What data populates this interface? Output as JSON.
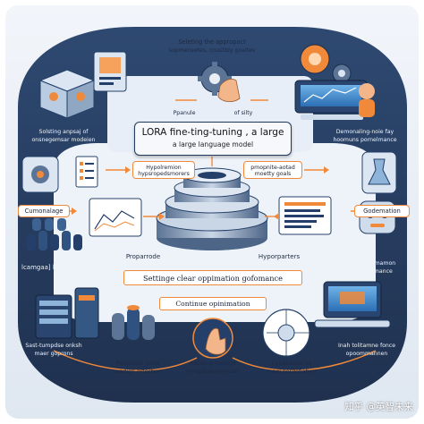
{
  "diagram": {
    "title_line1": "LORA fine-ting-tuning , a large",
    "title_line2": "a large language model",
    "top_caption": "Seleting the appropact",
    "top_caption_sub": "sopmensetes, crusitbly goaltes",
    "top_small_left": "Ppanule",
    "top_small_right": "of   silty",
    "left_header_line1": "Solsting anpsaj of",
    "left_header_line2": "onsnegemsar modeien",
    "right_header_line1": "Demonaling-noie fay",
    "right_header_line2": "hoomuns pornelmance",
    "hyper_left_line1": "Hypolremion",
    "hyper_left_line2": "hypsropedsmorers",
    "hyper_right_line1": "pmopnite-aotad",
    "hyper_right_line2": "moetty goals",
    "cumonalage": "Cumonalage",
    "godemation": "Godemation",
    "propenode": "Proparrode",
    "hyperparters": "Hyporparters",
    "left_lcamgaal": "lcamgaa]",
    "left_lcamgaal_suffix": "lcu",
    "right_omoo_line1": "omoloomamon",
    "right_omoo_line2": "performance",
    "banner_main": "Settinge clear oppimation gofomance",
    "banner_continue": "Continue opinimation",
    "bottom_left_line1": "Sast-tumpdse onksh",
    "bottom_left_line2": "maer goprons",
    "bottom_right_line1": "Inah tolitamne fonce",
    "bottom_right_line2": "opoommannen",
    "bottom_mid_left_line1": "Pequlador dalss",
    "bottom_mid_left_line2": "orpdlgn ortection",
    "bottom_mid_line1": "Adjitting-tamuge",
    "bottom_mid_line2": "ornapflaation goals",
    "bottom_mid_right_line1": "Eylobraced ne",
    "bottom_mid_right_line2": "moel pordofiation",
    "watermark": "知乎 @英智未来"
  },
  "colors": {
    "navy": "#1f3556",
    "deep_navy": "#17294a",
    "light_bg": "#e9eef5",
    "panel_blue": "#cfdceb",
    "accent_orange": "#f08a3a",
    "steel": "#8fa7c2"
  }
}
